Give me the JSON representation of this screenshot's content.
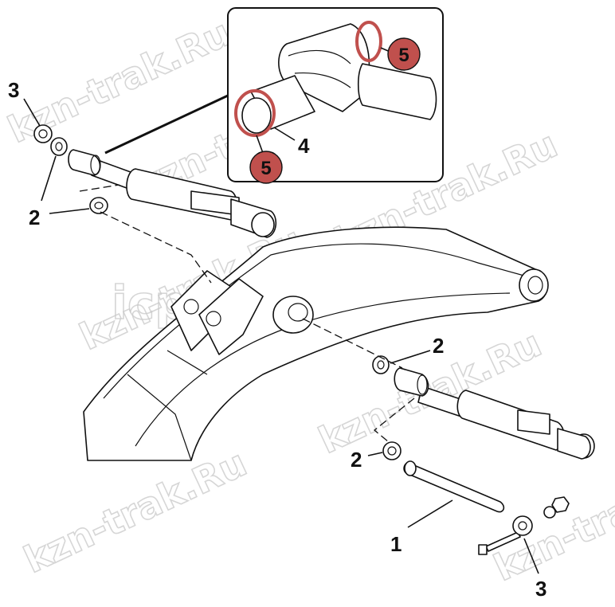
{
  "callouts": {
    "label_1": "1",
    "label_2": "2",
    "label_3": "3",
    "label_4": "4",
    "label_5": "5"
  },
  "watermarks": {
    "kzn": "kzn-trak.Ru",
    "icp": "icp-volvo.ru"
  },
  "colors": {
    "badge_fill": "#c0504d",
    "seal_ring": "#c0504d",
    "line": "#111111",
    "watermark": "#c9c9c9"
  }
}
